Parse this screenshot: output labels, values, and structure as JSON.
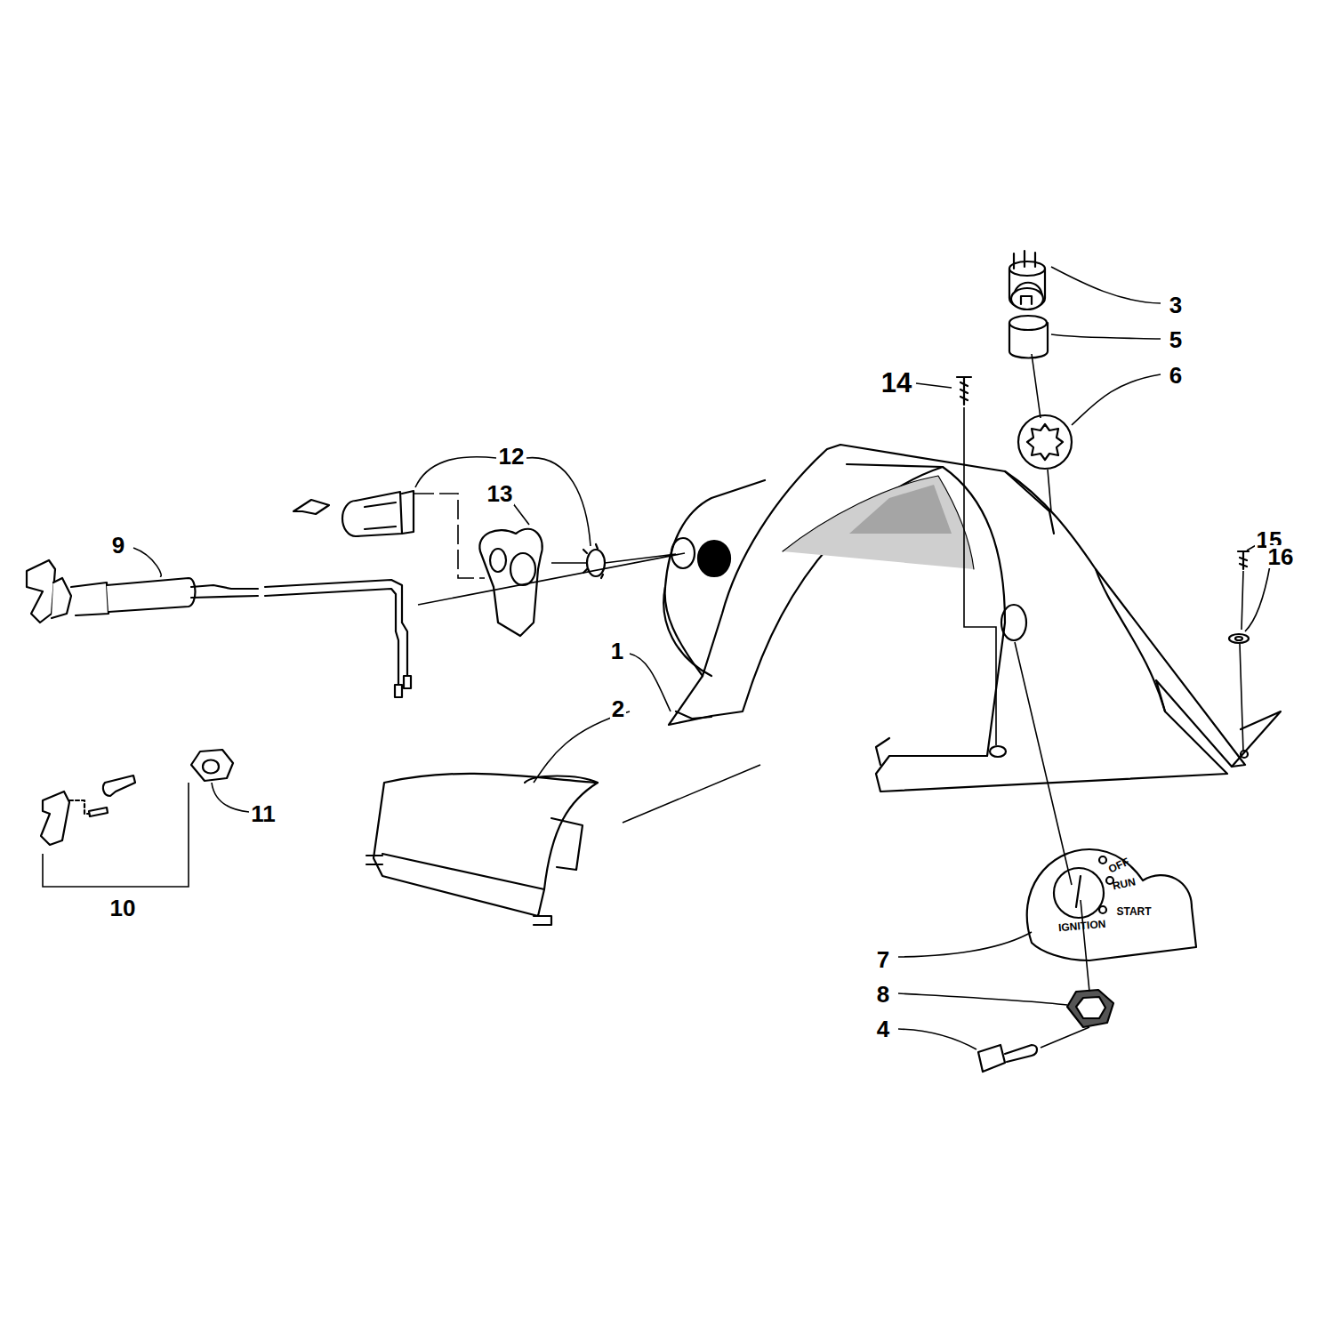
{
  "diagram": {
    "labels": [
      "3",
      "5",
      "14",
      "6",
      "12",
      "13",
      "9",
      "15",
      "16",
      "1",
      "2",
      "11",
      "10",
      "7",
      "8",
      "4",
      "OFF",
      "RUN",
      "START",
      "IGNITION"
    ]
  }
}
